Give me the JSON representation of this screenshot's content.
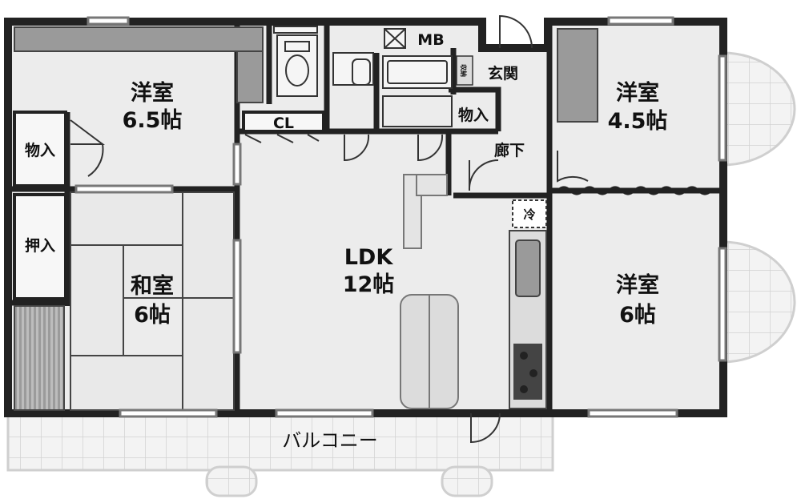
{
  "rooms": {
    "western_65": {
      "name": "洋室",
      "size": "6.5帖"
    },
    "western_45": {
      "name": "洋室",
      "size": "4.5帖"
    },
    "western_6": {
      "name": "洋室",
      "size": "6帖"
    },
    "japanese_6": {
      "name": "和室",
      "size": "6帖"
    },
    "ldk": {
      "name": "LDK",
      "size": "12帖"
    }
  },
  "labels": {
    "closet_storage": "物入",
    "oshiire": "押入",
    "cl": "CL",
    "mb": "MB",
    "entrance": "玄関",
    "storage_hall": "物入",
    "hallway": "廊下",
    "refrigerator": "冷",
    "shoe_box": "収納",
    "balcony": "バルコニー"
  },
  "colors": {
    "wall": "#222222",
    "floor": "#ececec",
    "balcony": "#f1f1f1",
    "cabinet": "#9a9a9a",
    "counter": "#dcdcdc"
  }
}
